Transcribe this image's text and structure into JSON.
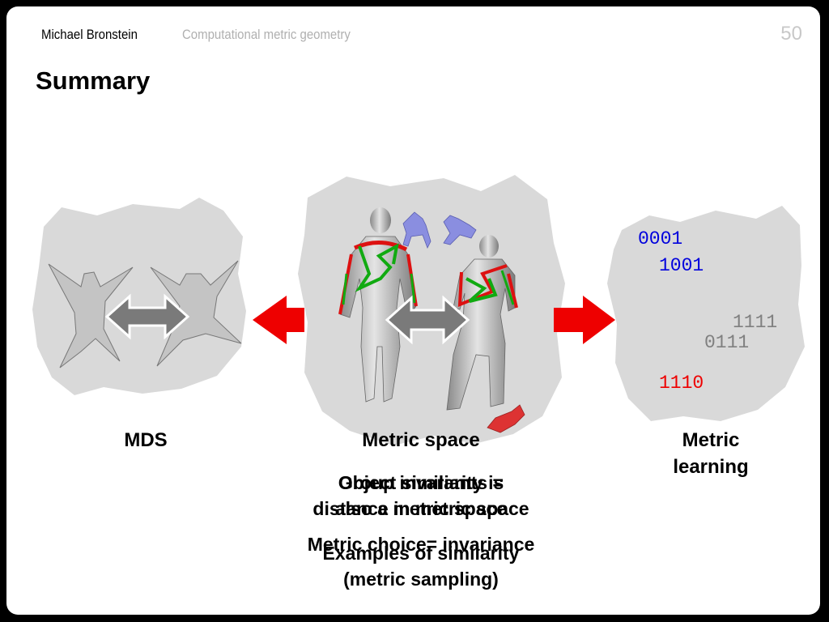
{
  "header": {
    "author": "Michael Bronstein",
    "topic": "Computational metric geometry",
    "page": "50"
  },
  "title": "Summary",
  "codes": [
    {
      "text": "0001",
      "color": "#0000dd"
    },
    {
      "text": "1001",
      "color": "#0000dd"
    },
    {
      "text": "1111",
      "color": "#808080"
    },
    {
      "text": "0111",
      "color": "#808080"
    },
    {
      "text": "1110",
      "color": "#ee0000"
    }
  ],
  "labels": {
    "mds": "MDS",
    "metric_space": "Metric space",
    "metric_learning_1": "Metric",
    "metric_learning_2": "learning"
  },
  "captions": {
    "a1": "Object similarity is",
    "a2": "distance in metric space",
    "b1": "Group invariants =",
    "b2": "also a metric space",
    "c1": "Metric choice= invariance",
    "d1": "Examples of similarity",
    "d2": "(metric sampling)"
  },
  "colors": {
    "blob": "#d9d9d9",
    "arrow_red": "#ee0000",
    "double_arrow": "#7a7a7a",
    "stroke_red": "#dd1111",
    "stroke_green": "#11aa11",
    "dog": "#8a8ee0",
    "train": "#dd3333"
  }
}
